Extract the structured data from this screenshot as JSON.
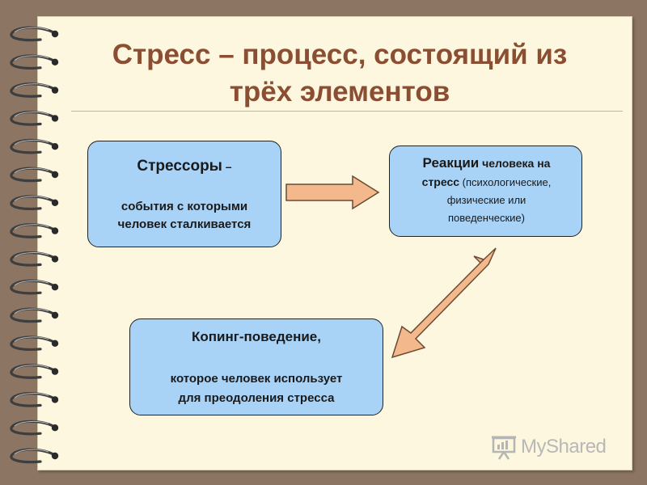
{
  "title": {
    "line1": "Стресс – процесс, состоящий из",
    "line2": "трёх элементов"
  },
  "diagram": {
    "stressors": {
      "heading": "Стрессоры",
      "dash": " –",
      "line1": "события  с которыми",
      "line2": "человек сталкивается"
    },
    "reactions": {
      "word1": "Реакции",
      "word2": " человека на",
      "word3": "стресс",
      "paren1": " (психологические,",
      "line3": "физические или",
      "line4": "поведенческие)"
    },
    "coping": {
      "heading": "Копинг-поведение,",
      "line1": "которое человек использует",
      "line2": "для преодоления стресса"
    },
    "arrow_color": "#f3b98c"
  },
  "watermark": {
    "text": "MyShared",
    "icon": "presentation-board-icon"
  }
}
